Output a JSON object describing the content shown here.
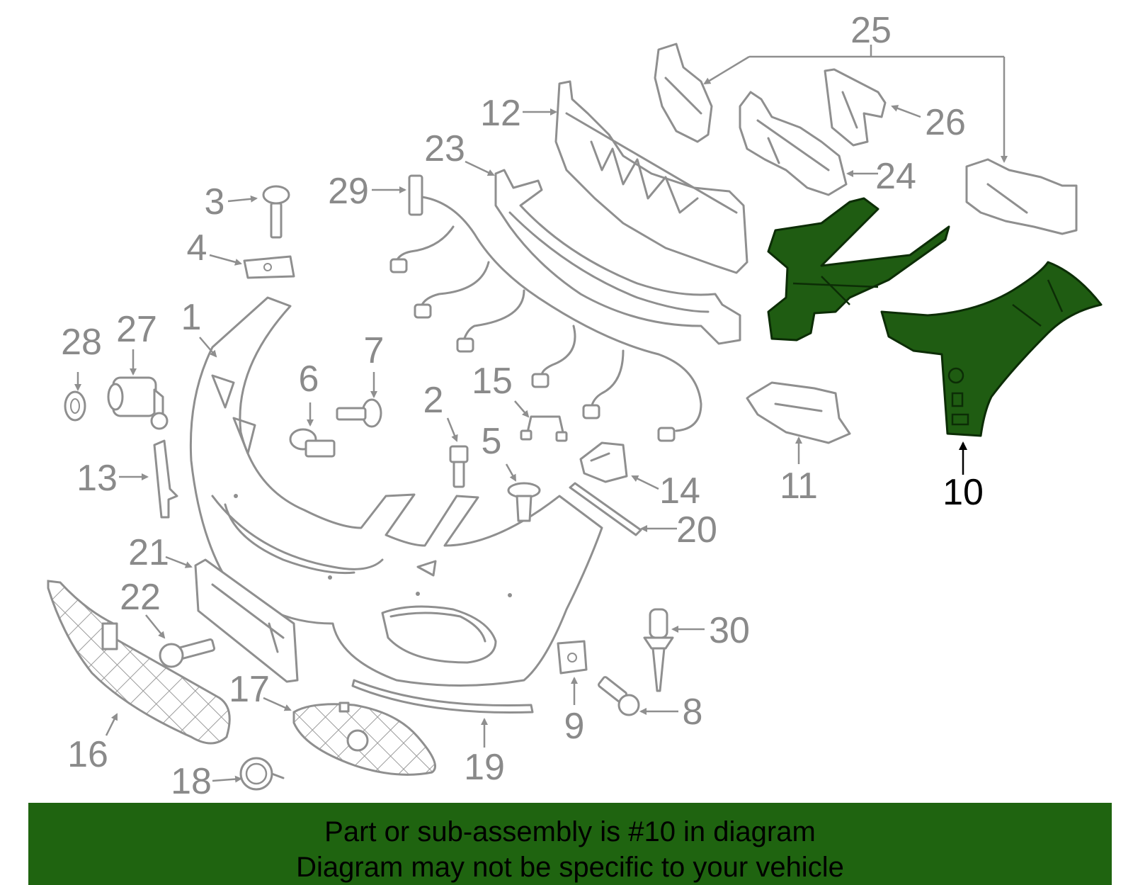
{
  "diagram": {
    "highlighted_part": "10",
    "colors": {
      "highlight": "#1f5c12",
      "banner": "#1f6410",
      "callout": "#8a8a8a",
      "highlight_callout": "#000000"
    },
    "callouts": [
      "1",
      "2",
      "3",
      "4",
      "5",
      "6",
      "7",
      "8",
      "9",
      "10",
      "11",
      "12",
      "13",
      "14",
      "15",
      "16",
      "17",
      "18",
      "19",
      "20",
      "21",
      "22",
      "23",
      "24",
      "25",
      "26",
      "27",
      "28",
      "29",
      "30"
    ]
  },
  "banner": {
    "line1": "Part or sub-assembly is #10 in diagram",
    "line2": "Diagram may not be specific to your vehicle"
  }
}
